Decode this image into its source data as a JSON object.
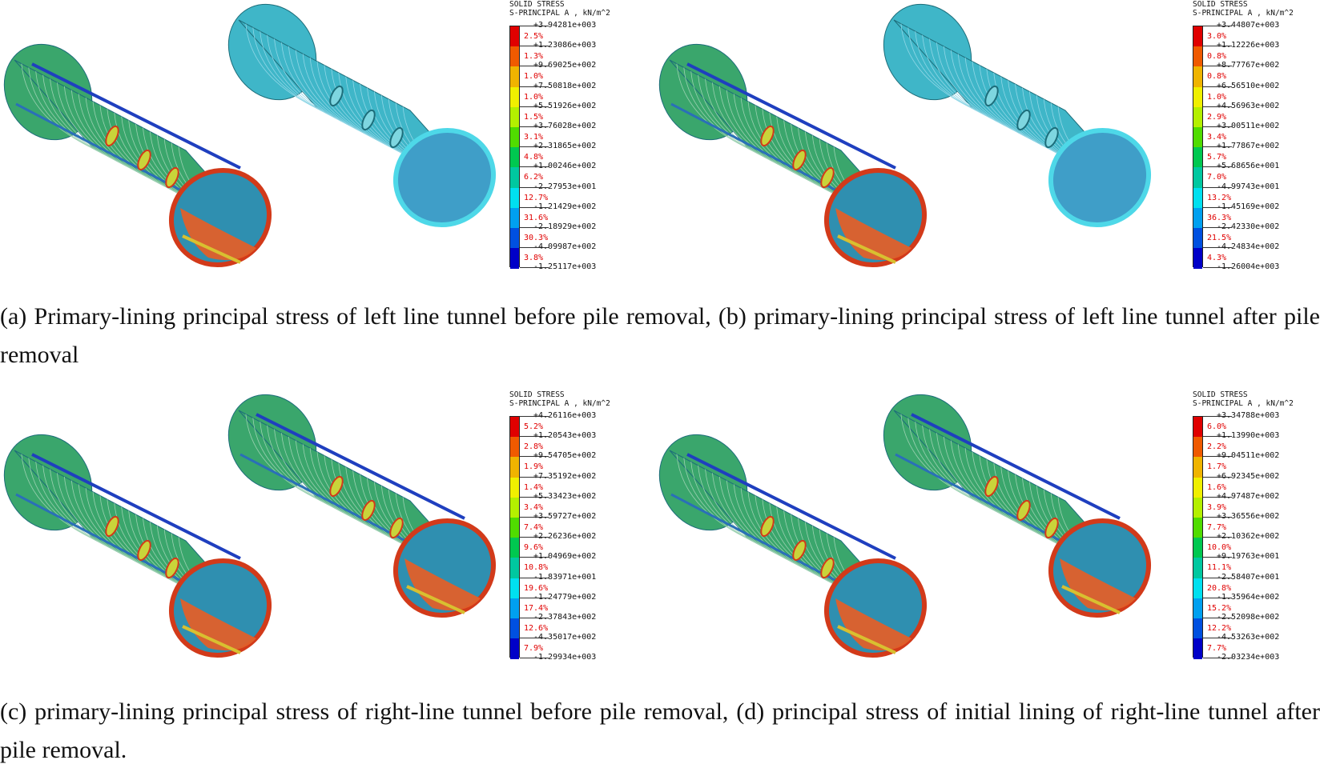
{
  "panels": [
    {
      "id": "a",
      "legend": {
        "title1": "SOLID STRESS",
        "title2": "S-PRINCIPAL A , kN/m^2",
        "values": [
          "+3.94281e+003",
          "+1.23086e+003",
          "+9.69025e+002",
          "+7.50818e+002",
          "+5.51926e+002",
          "+3.76028e+002",
          "+2.31865e+002",
          "+1.00246e+002",
          "-2.27953e+001",
          "-1.21429e+002",
          "-2.18929e+002",
          "-4.09987e+002",
          "-1.25117e+003"
        ],
        "percents": [
          "2.5%",
          "1.3%",
          "1.0%",
          "1.0%",
          "1.5%",
          "3.1%",
          "4.8%",
          "6.2%",
          "12.7%",
          "31.6%",
          "30.3%",
          "3.8%"
        ]
      }
    },
    {
      "id": "b",
      "legend": {
        "title1": "SOLID STRESS",
        "title2": "S-PRINCIPAL A , kN/m^2",
        "values": [
          "+3.44807e+003",
          "+1.12226e+003",
          "+8.77767e+002",
          "+6.56510e+002",
          "+4.56963e+002",
          "+3.00511e+002",
          "+1.77867e+002",
          "+5.68656e+001",
          "-4.99743e+001",
          "-1.45169e+002",
          "-2.42330e+002",
          "-4.24834e+002",
          "-1.26004e+003"
        ],
        "percents": [
          "3.0%",
          "0.8%",
          "0.8%",
          "1.0%",
          "2.9%",
          "3.4%",
          "5.7%",
          "7.0%",
          "13.2%",
          "36.3%",
          "21.5%",
          "4.3%"
        ]
      }
    },
    {
      "id": "c",
      "legend": {
        "title1": "SOLID STRESS",
        "title2": "S-PRINCIPAL A , kN/m^2",
        "values": [
          "+4.26116e+003",
          "+1.20543e+003",
          "+9.54705e+002",
          "+7.35192e+002",
          "+5.33423e+002",
          "+3.59727e+002",
          "+2.26236e+002",
          "+1.04969e+002",
          "-1.83971e+001",
          "-1.24779e+002",
          "-2.37843e+002",
          "-4.35017e+002",
          "-1.29934e+003"
        ],
        "percents": [
          "5.2%",
          "2.8%",
          "1.9%",
          "1.4%",
          "3.4%",
          "7.4%",
          "9.6%",
          "10.8%",
          "19.6%",
          "17.4%",
          "12.6%",
          "7.9%"
        ]
      }
    },
    {
      "id": "d",
      "legend": {
        "title1": "SOLID STRESS",
        "title2": "S-PRINCIPAL A , kN/m^2",
        "values": [
          "+3.34788e+003",
          "+1.13990e+003",
          "+9.04511e+002",
          "+6.92345e+002",
          "+4.97487e+002",
          "+3.36556e+002",
          "+2.10362e+002",
          "+9.19763e+001",
          "-2.58407e+001",
          "-1.35964e+002",
          "-2.52098e+002",
          "-4.53263e+002",
          "-2.03234e+003"
        ],
        "percents": [
          "6.0%",
          "2.2%",
          "1.7%",
          "1.6%",
          "3.9%",
          "7.7%",
          "10.0%",
          "11.1%",
          "20.8%",
          "15.2%",
          "12.2%",
          "7.7%"
        ]
      }
    }
  ],
  "captions": {
    "top": "(a) Primary-lining principal stress of left line tunnel before pile removal, (b) primary-lining principal stress of left line tunnel after pile removal",
    "bottom": "(c) primary-lining principal stress of right-line tunnel before pile removal, (d) principal stress of initial lining of right-line tunnel after pile removal."
  },
  "colors": {
    "scale": [
      "#e00000",
      "#f05a00",
      "#f0b400",
      "#f0f000",
      "#b4f000",
      "#50dc00",
      "#00c850",
      "#00c8a0",
      "#00e0f0",
      "#00a0f0",
      "#0050e0",
      "#0000c8"
    ],
    "tunnel_green": "#3aa66c",
    "tunnel_cyan": "#3fb6c8",
    "inner_red": "#e0602a"
  }
}
